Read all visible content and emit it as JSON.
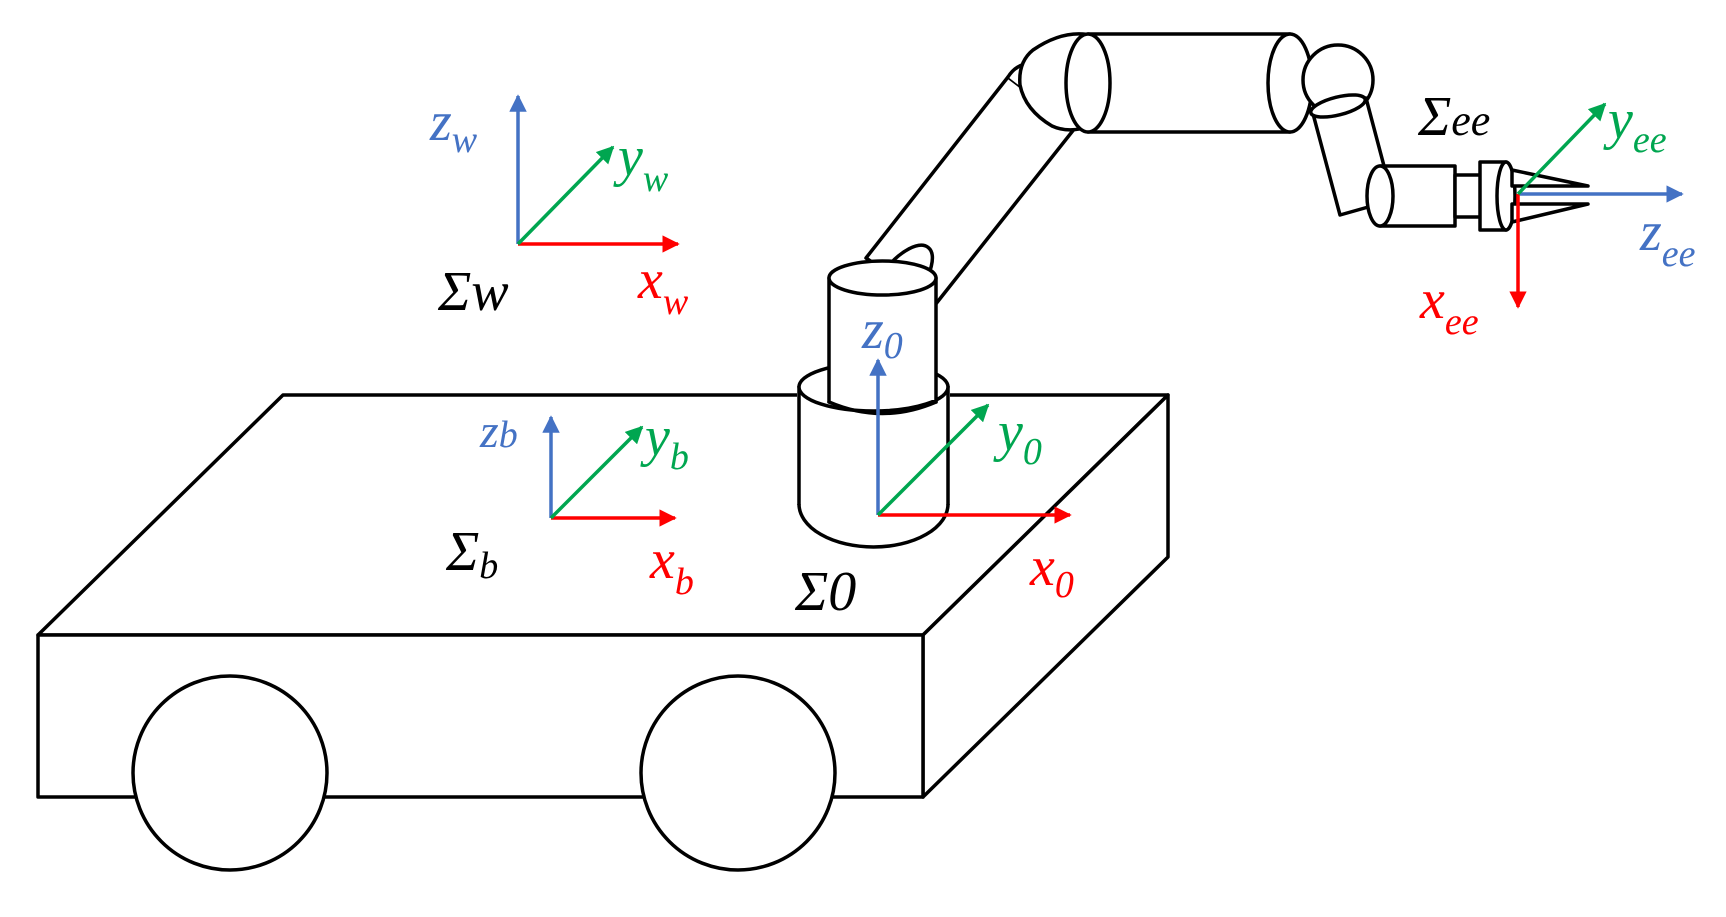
{
  "colors": {
    "x_axis": "#ff0000",
    "y_axis": "#00a650",
    "z_axis": "#4472c4",
    "outline": "#000000",
    "background": "#ffffff"
  },
  "frames": {
    "world": {
      "sigma": "Σ",
      "sigma_sub": "w",
      "x": "x",
      "x_sub": "w",
      "y": "y",
      "y_sub": "w",
      "z": "z",
      "z_sub": "w"
    },
    "base": {
      "sigma": "Σ",
      "sigma_sub": "b",
      "x": "x",
      "x_sub": "b",
      "y": "y",
      "y_sub": "b",
      "z": "z",
      "z_sub": "b"
    },
    "arm_base": {
      "sigma": "Σ",
      "sigma_sub": "0",
      "x": "x",
      "x_sub": "0",
      "y": "y",
      "y_sub": "0",
      "z": "z",
      "z_sub": "0"
    },
    "end_effector": {
      "sigma": "Σ",
      "sigma_sub": "ee",
      "x": "x",
      "x_sub": "ee",
      "y": "y",
      "y_sub": "ee",
      "z": "z",
      "z_sub": "ee"
    }
  }
}
